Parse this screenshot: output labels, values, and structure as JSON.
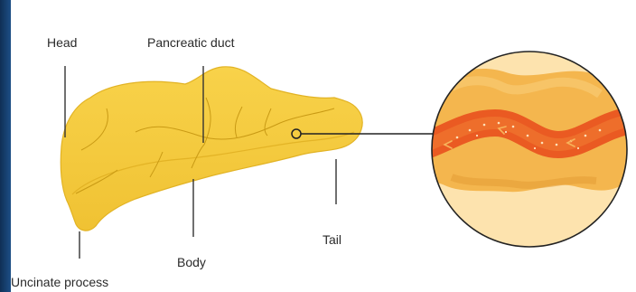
{
  "diagram": {
    "labels": {
      "head": "Head",
      "pancreatic_duct": "Pancreatic duct",
      "body": "Body",
      "tail": "Tail",
      "uncinate_process": "Uncinate process"
    },
    "colors": {
      "pancreas_fill": "#f6cd3c",
      "pancreas_shadow": "#dfae1c",
      "lobe_line": "#c99a14",
      "duct_red": "#e8541e",
      "zoom_tissue": "#f3b24a",
      "zoom_background": "#fde7b8",
      "sidebar_blue": "#1b4675"
    }
  }
}
